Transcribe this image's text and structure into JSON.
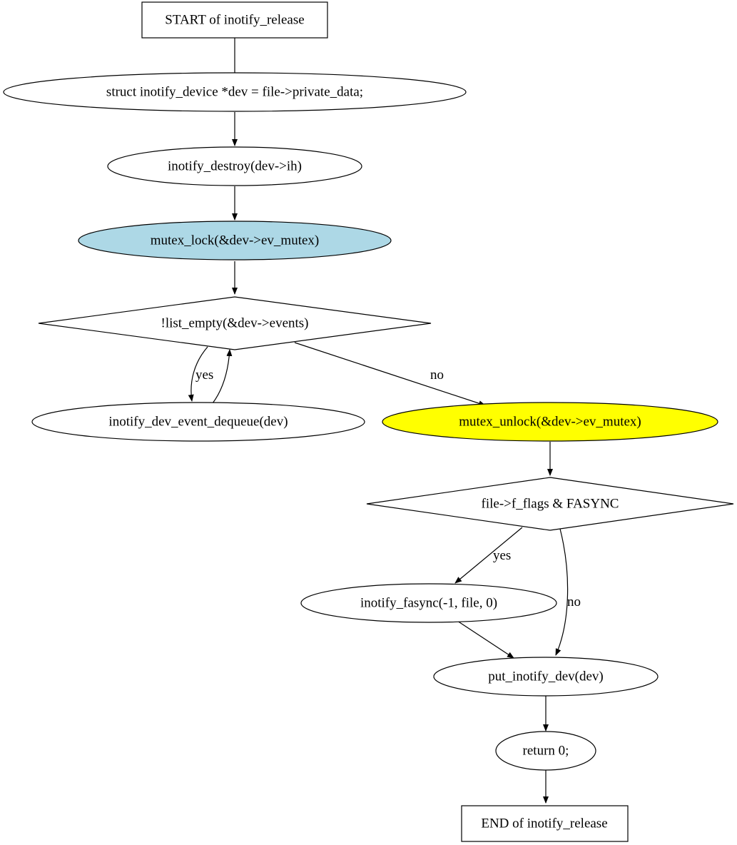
{
  "nodes": {
    "start": {
      "label": "START of inotify_release"
    },
    "dev_decl": {
      "label": "struct inotify_device *dev = file->private_data;"
    },
    "destroy": {
      "label": "inotify_destroy(dev->ih)"
    },
    "lock": {
      "label": "mutex_lock(&dev->ev_mutex)",
      "fill": "#add8e6"
    },
    "cond_events": {
      "label": "!list_empty(&dev->events)"
    },
    "dequeue": {
      "label": "inotify_dev_event_dequeue(dev)"
    },
    "unlock": {
      "label": "mutex_unlock(&dev->ev_mutex)",
      "fill": "#ffff00"
    },
    "cond_fasync": {
      "label": "file->f_flags & FASYNC"
    },
    "fasync": {
      "label": "inotify_fasync(-1, file, 0)"
    },
    "put_dev": {
      "label": "put_inotify_dev(dev)"
    },
    "ret": {
      "label": "return 0;"
    },
    "end": {
      "label": "END of inotify_release"
    }
  },
  "edges": {
    "events_yes": "yes",
    "events_no": "no",
    "fasync_yes": "yes",
    "fasync_no": "no"
  }
}
